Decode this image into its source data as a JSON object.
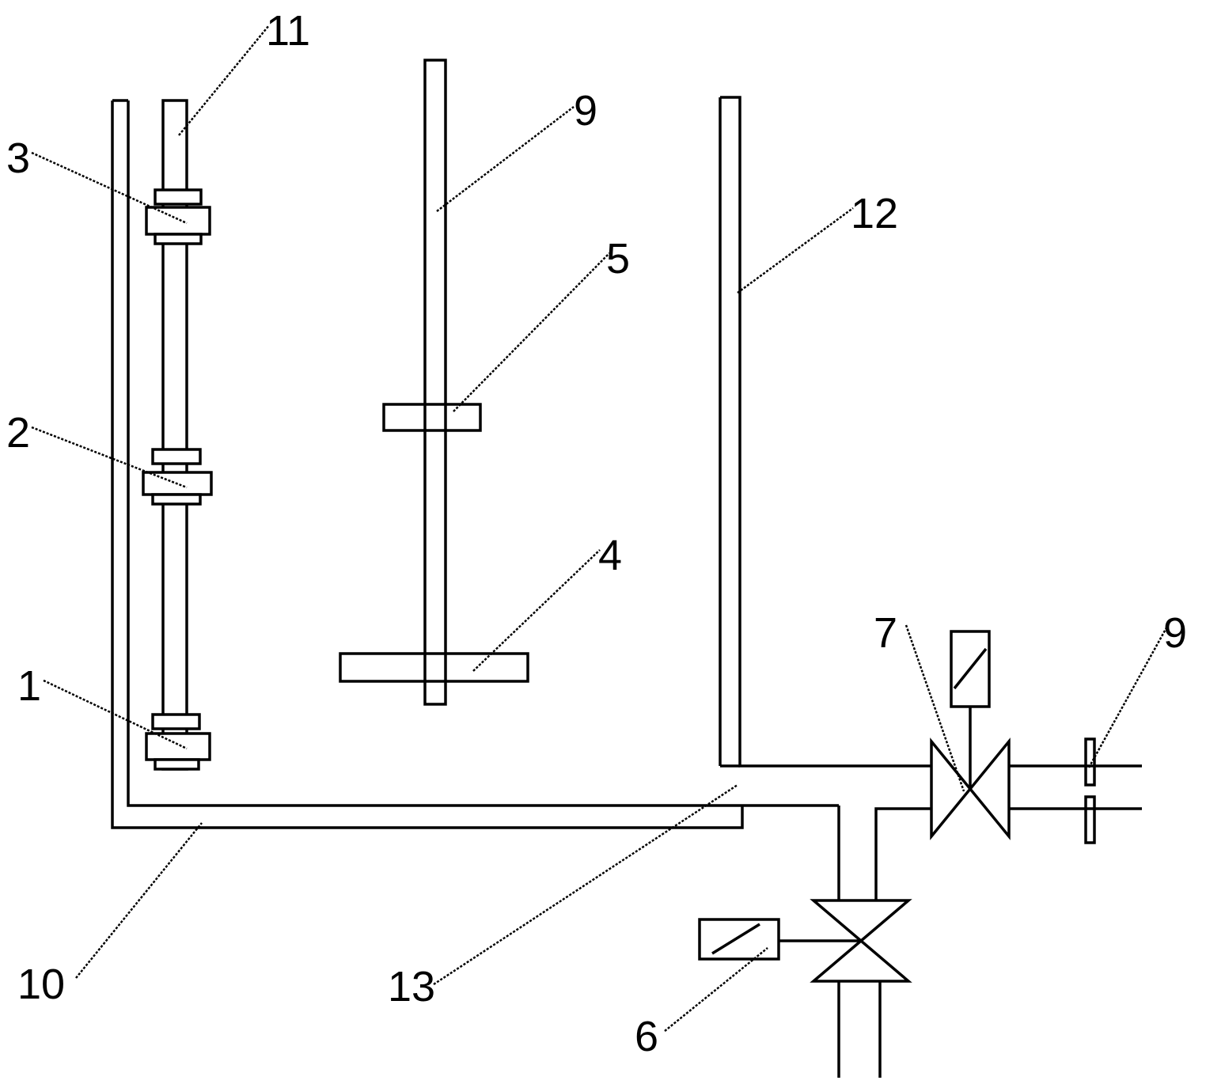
{
  "colors": {
    "line": "#000000",
    "background": "#ffffff"
  },
  "labels": {
    "l1": "1",
    "l2": "2",
    "l3": "3",
    "l4": "4",
    "l5": "5",
    "l6": "6",
    "l7": "7",
    "l9_shaft": "9",
    "l9_right": "9",
    "l10": "10",
    "l11": "11",
    "l12": "12",
    "l13": "13"
  }
}
